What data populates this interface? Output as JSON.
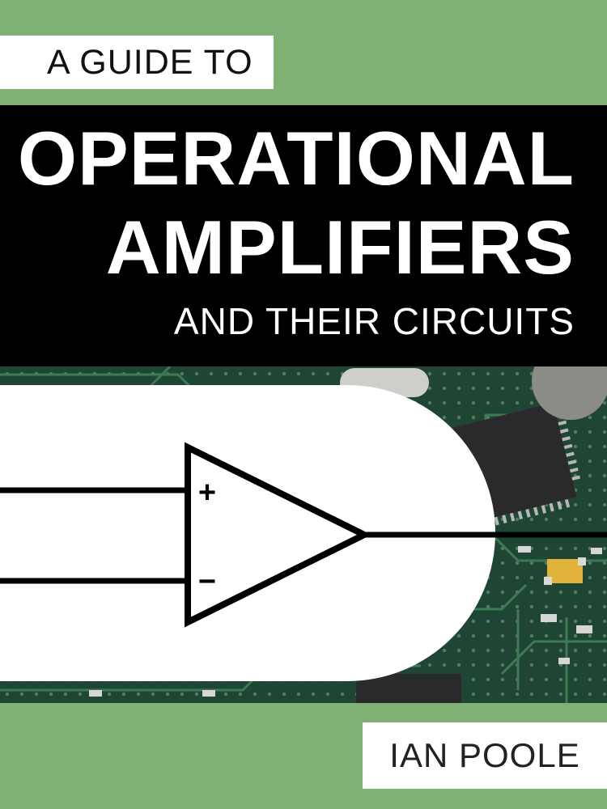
{
  "cover": {
    "series_label": "A GUIDE TO",
    "title_line1": "OPERATIONAL",
    "title_line2": "AMPLIFIERS",
    "subtitle": "AND THEIR CIRCUITS",
    "author": "IAN POOLE",
    "opamp_plus": "+",
    "opamp_minus": "−"
  },
  "colors": {
    "background": "#7fb174",
    "title_band": "#000000",
    "label_bg": "#ffffff",
    "pcb": "#1f4634"
  }
}
